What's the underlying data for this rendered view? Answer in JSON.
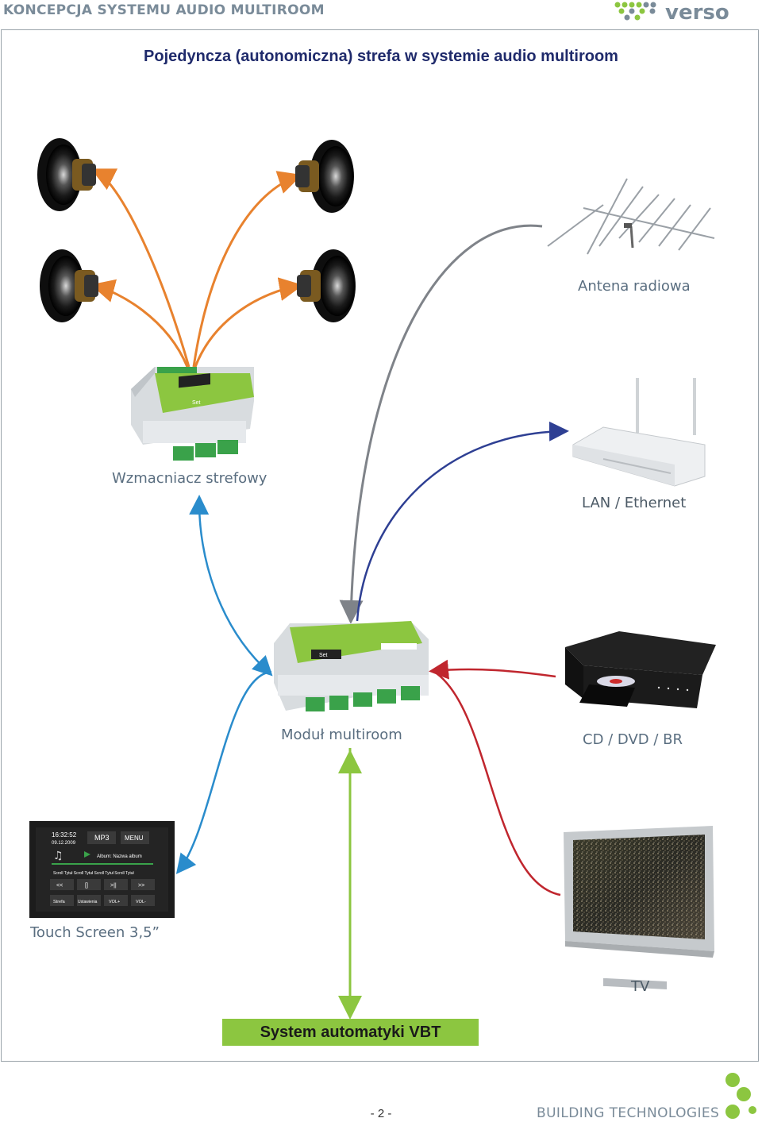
{
  "header": {
    "title": "KONCEPCJA SYSTEMU AUDIO MULTIROOM",
    "logo_text": "verso"
  },
  "heading": "Pojedyncza (autonomiczna) strefa w systemie audio multiroom",
  "devices": {
    "antenna": "Antena radiowa",
    "amplifier": "Wzmacniacz strefowy",
    "lan": "LAN / Ethernet",
    "module": "Moduł multiroom",
    "player": "CD / DVD / BR",
    "touchscreen": "Touch Screen 3,5",
    "tv": "TV",
    "vbt": "System automatyki VBT"
  },
  "device_marks": {
    "amp_set": "Set",
    "module_set": "Set"
  },
  "touchscreen_ui": {
    "time": "16:32:52",
    "date": "09.12.2009",
    "source": "MP3",
    "menu": "MENU",
    "album": "Album: Nazwa album",
    "scroll": "Scroll Tytuł Scroll Tytuł Scroll Tytuł Scroll Tytuł",
    "prev": "<<",
    "stop": "[]",
    "play": ">||",
    "next": ">>",
    "zone": "Strefa",
    "settings": "Ustawienia",
    "vol_up": "VOL+",
    "vol_down": "VOL-"
  },
  "footer": {
    "page": "- 2 -",
    "brand": "BUILDING TECHNOLOGIES"
  },
  "colors": {
    "speaker_link": "#e8822e",
    "antenna_link": "#7f8389",
    "lan_link": "#2e3f93",
    "touch_link": "#2a8ccc",
    "av_link": "#c0262e",
    "vbt_link": "#8cc640",
    "brand_green": "#8cc640"
  }
}
